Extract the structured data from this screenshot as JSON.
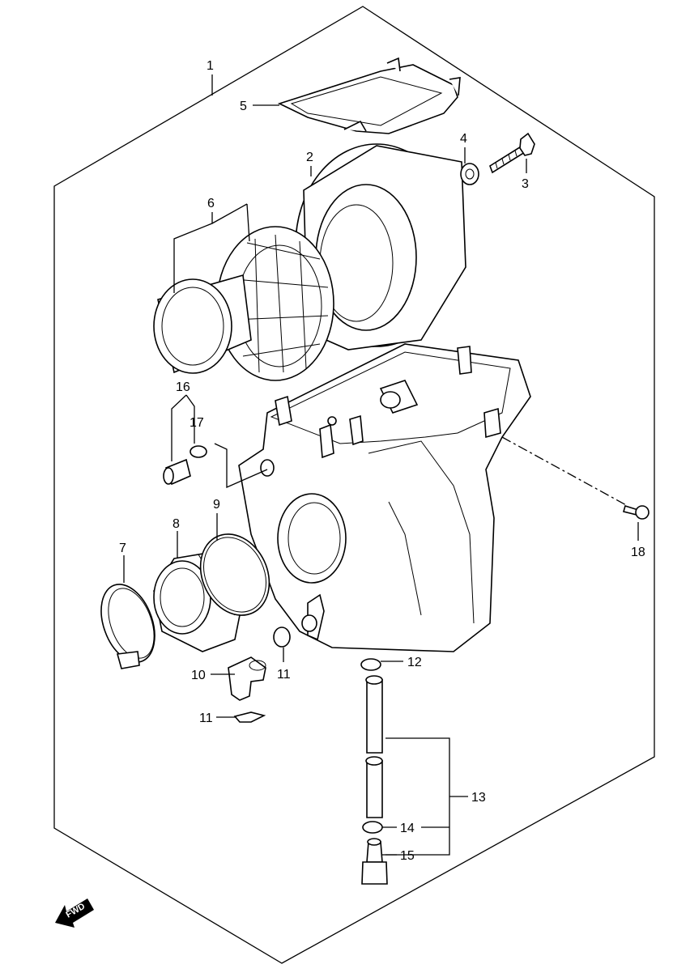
{
  "labels": {
    "p1": "1",
    "p2": "2",
    "p3": "3",
    "p4": "4",
    "p5": "5",
    "p6": "6",
    "p7": "7",
    "p8": "8",
    "p9": "9",
    "p10": "10",
    "p11a": "11",
    "p11b": "11",
    "p12": "12",
    "p13": "13",
    "p14": "14",
    "p15": "15",
    "p16": "16",
    "p17": "17",
    "p18": "18"
  },
  "fwd_text": "FWD"
}
